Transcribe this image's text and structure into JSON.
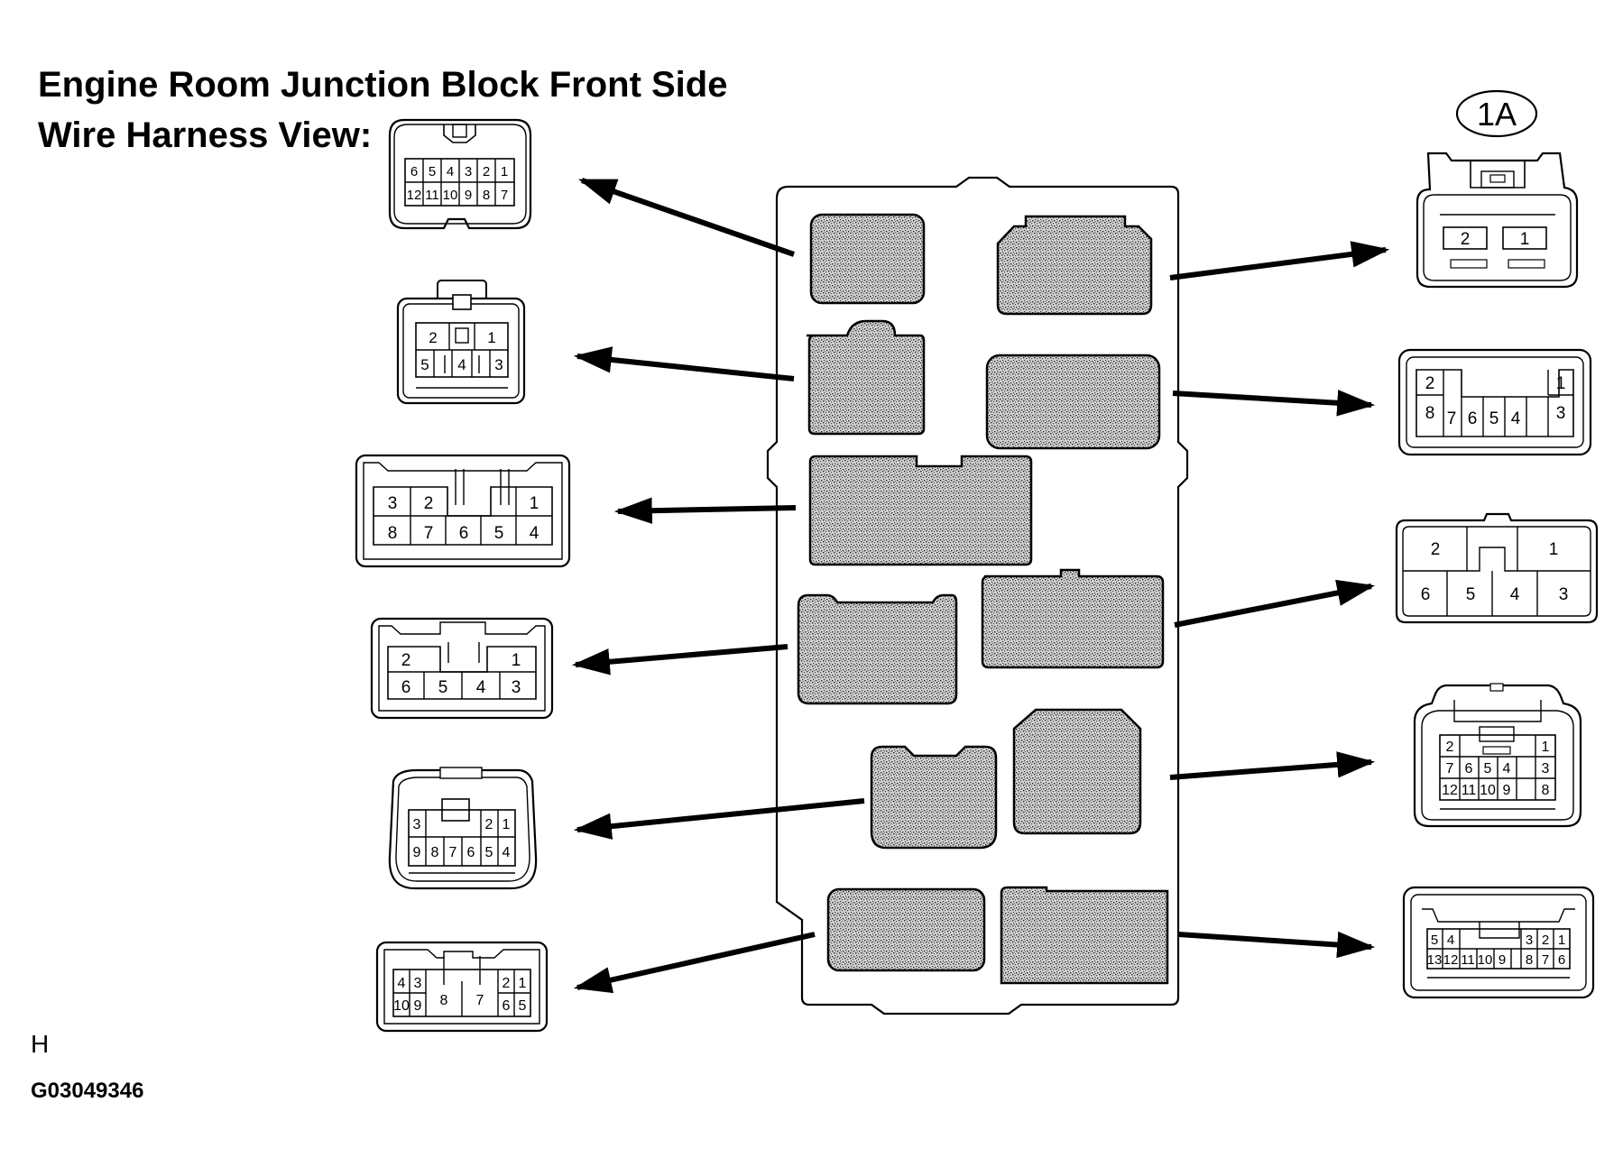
{
  "title": {
    "line1": "Engine Room Junction Block Front Side",
    "line2": "Wire Harness View:"
  },
  "view_code": "H",
  "figure_id": "G03049346",
  "connectors": {
    "left": [
      {
        "id": "L1",
        "rows": [
          [
            "6",
            "5",
            "4",
            "3",
            "2",
            "1"
          ],
          [
            "12",
            "11",
            "10",
            "9",
            "8",
            "7"
          ]
        ]
      },
      {
        "id": "L2",
        "rows": [
          [
            "2",
            "1"
          ],
          [
            "5",
            "4",
            "3"
          ]
        ]
      },
      {
        "id": "L3",
        "rows": [
          [
            "3",
            "2",
            "1"
          ],
          [
            "8",
            "7",
            "6",
            "5",
            "4"
          ]
        ]
      },
      {
        "id": "L4",
        "rows": [
          [
            "2",
            "1"
          ],
          [
            "6",
            "5",
            "4",
            "3"
          ]
        ]
      },
      {
        "id": "L5",
        "rows": [
          [
            "3",
            "2",
            "1"
          ],
          [
            "9",
            "8",
            "7",
            "6",
            "5",
            "4"
          ]
        ]
      },
      {
        "id": "L6",
        "rows": [
          [
            "4",
            "3",
            "2",
            "1"
          ],
          [
            "10",
            "9",
            "8",
            "7",
            "6",
            "5"
          ]
        ]
      }
    ],
    "right": [
      {
        "id": "R1",
        "label": "1A",
        "rows": [
          [
            "2",
            "1"
          ]
        ]
      },
      {
        "id": "R2",
        "rows": [
          [
            "2",
            "1"
          ],
          [
            "8",
            "7",
            "6",
            "5",
            "4",
            "3"
          ]
        ]
      },
      {
        "id": "R3",
        "rows": [
          [
            "2",
            "1"
          ],
          [
            "6",
            "5",
            "4",
            "3"
          ]
        ]
      },
      {
        "id": "R4",
        "rows": [
          [
            "2",
            "1"
          ],
          [
            "7",
            "6",
            "5",
            "4",
            "3"
          ],
          [
            "12",
            "11",
            "10",
            "9",
            "8"
          ]
        ]
      },
      {
        "id": "R5",
        "rows": [
          [
            "5",
            "4",
            "3",
            "2",
            "1"
          ],
          [
            "13",
            "12",
            "11",
            "10",
            "9",
            "8",
            "7",
            "6"
          ]
        ]
      }
    ]
  },
  "colors": {
    "ink": "#000000",
    "stipple": "#9a9a9a",
    "paper": "#ffffff"
  }
}
